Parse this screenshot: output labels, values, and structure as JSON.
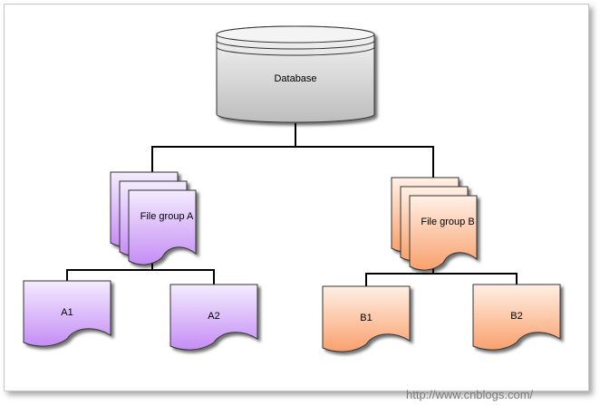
{
  "diagram": {
    "database": {
      "label": "Database"
    },
    "file_groups": [
      {
        "id": "a",
        "label": "File group A",
        "files": [
          {
            "id": "a1",
            "label": "A1"
          },
          {
            "id": "a2",
            "label": "A2"
          }
        ]
      },
      {
        "id": "b",
        "label": "File group B",
        "files": [
          {
            "id": "b1",
            "label": "B1"
          },
          {
            "id": "b2",
            "label": "B2"
          }
        ]
      }
    ]
  },
  "watermark": {
    "text": "http://www.cnblogs.com/"
  },
  "colors": {
    "group_a_light": "#f3ecff",
    "group_a_dark": "#c58cf5",
    "group_b_light": "#fff0e6",
    "group_b_dark": "#f9a06c",
    "database_light": "#f7f7f7",
    "database_dark": "#bdbdbd",
    "connector": "#000000"
  }
}
